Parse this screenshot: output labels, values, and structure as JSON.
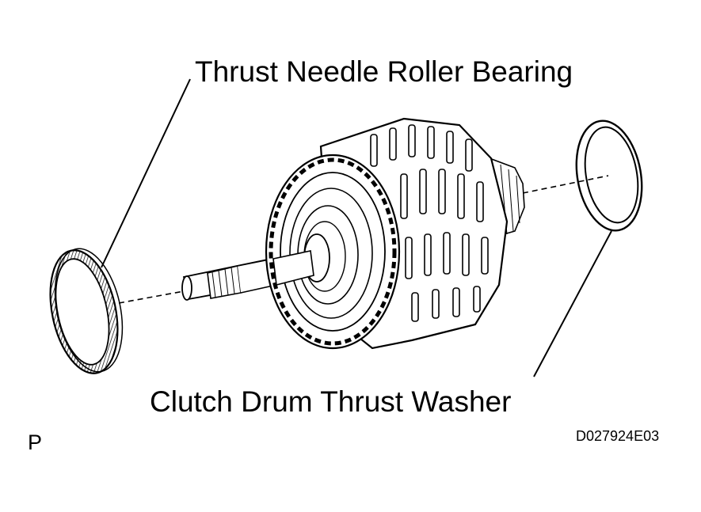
{
  "labels": {
    "bearing": "Thrust Needle Roller Bearing",
    "washer": "Clutch Drum Thrust Washer",
    "view_marker": "P",
    "figure_code": "D027924E03"
  }
}
